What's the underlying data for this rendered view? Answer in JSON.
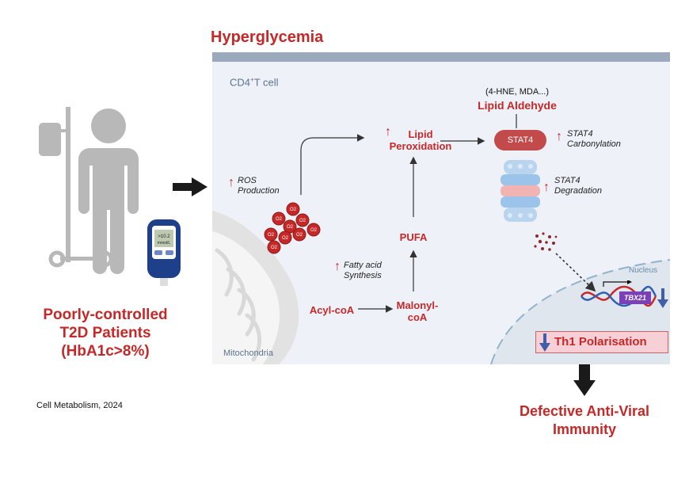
{
  "header": {
    "title": "Hyperglycemia"
  },
  "patient": {
    "label_line1": "Poorly-controlled",
    "label_line2": "T2D Patients",
    "label_line3": "(HbA1c>8%)",
    "meter_reading_1": ">10.2",
    "meter_reading_2": "mmol/L"
  },
  "citation": "Cell Metabolism, 2024",
  "cell": {
    "label_main": "CD4",
    "label_sup": "+",
    "label_rest": "T cell",
    "mitochondria_label": "Mitochondria",
    "nucleus_label": "Nucleus"
  },
  "pathway": {
    "ros_line1": "ROS",
    "ros_line2": "Production",
    "ros_particle": "O2",
    "lipid_perox_line1": "Lipid",
    "lipid_perox_line2": "Peroxidation",
    "pufa": "PUFA",
    "fatty_acid_line1": "Fatty acid",
    "fatty_acid_line2": "Synthesis",
    "acyl_coa": "Acyl-coA",
    "malonyl_line1": "Malonyl-",
    "malonyl_line2": "coA",
    "aldehyde_examples": "(4-HNE, MDA...)",
    "lipid_aldehyde": "Lipid Aldehyde",
    "stat4_pill": "STAT4",
    "stat4_carb_line1": "STAT4",
    "stat4_carb_line2": "Carbonylation",
    "stat4_deg_line1": "STAT4",
    "stat4_deg_line2": "Degradation",
    "tbx21": "TBX21",
    "th1": "Th1 Polarisation"
  },
  "outcome": {
    "line1": "Defective Anti-Viral",
    "line2": "Immunity"
  },
  "colors": {
    "accent_red": "#c62828",
    "cell_background": "#eef2f8",
    "figure_gray": "#b8b8b8",
    "down_arrow_blue": "#3f5fa8"
  }
}
